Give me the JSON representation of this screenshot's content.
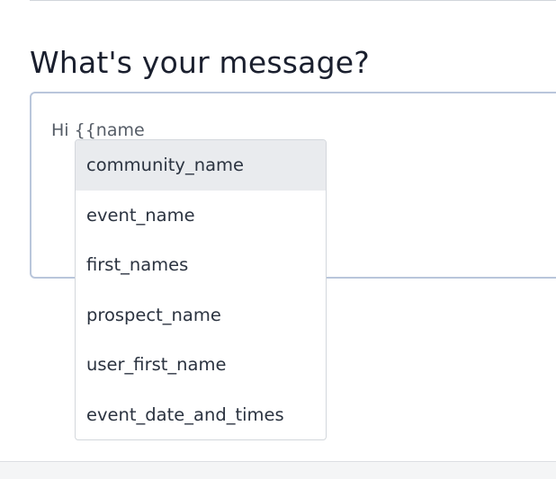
{
  "page": {
    "heading": "What's your message?"
  },
  "message": {
    "text": "Hi {{name"
  },
  "autocomplete": {
    "items": [
      {
        "label": "community_name"
      },
      {
        "label": "event_name"
      },
      {
        "label": "first_names"
      },
      {
        "label": "prospect_name"
      },
      {
        "label": "user_first_name"
      },
      {
        "label": "event_date_and_times"
      }
    ],
    "active_index": 0
  },
  "colors": {
    "border_focus": "#b9c6db",
    "active_item_bg": "#e9ebee",
    "heading": "#1a1f2e"
  }
}
